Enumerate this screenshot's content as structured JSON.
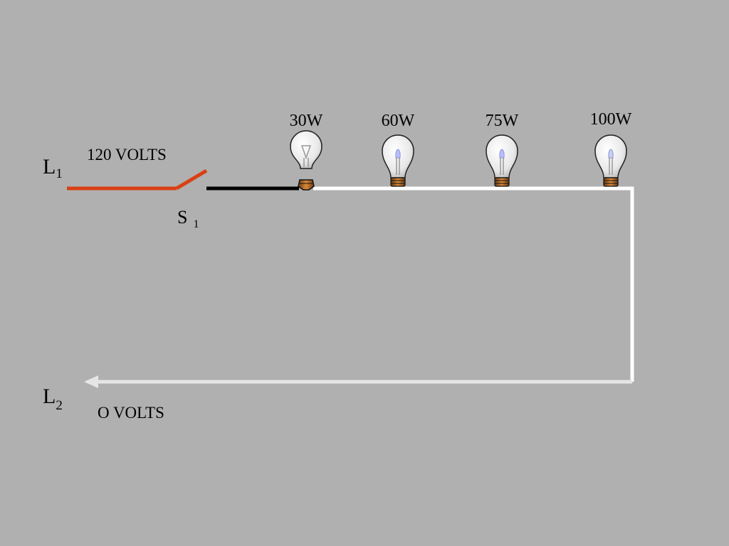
{
  "lines": {
    "l1": {
      "letter": "L",
      "sub": "1",
      "voltage": "120 VOLTS"
    },
    "l2": {
      "letter": "L",
      "sub": "2",
      "voltage": "O VOLTS"
    }
  },
  "switch": {
    "letter": "S",
    "sub": "1"
  },
  "bulbs": [
    {
      "label": "30W",
      "color": "#d8d8d8"
    },
    {
      "label": "60W",
      "color": "#b8c0ff"
    },
    {
      "label": "75W",
      "color": "#b8c0ff"
    },
    {
      "label": "100W",
      "color": "#c8d0f0"
    }
  ],
  "colors": {
    "background": "#b0b0b0",
    "hot_wire": "#d94014",
    "switched_wire": "#000000",
    "neutral_wire": "#ffffff",
    "return_wire": "#e6e6e6"
  }
}
